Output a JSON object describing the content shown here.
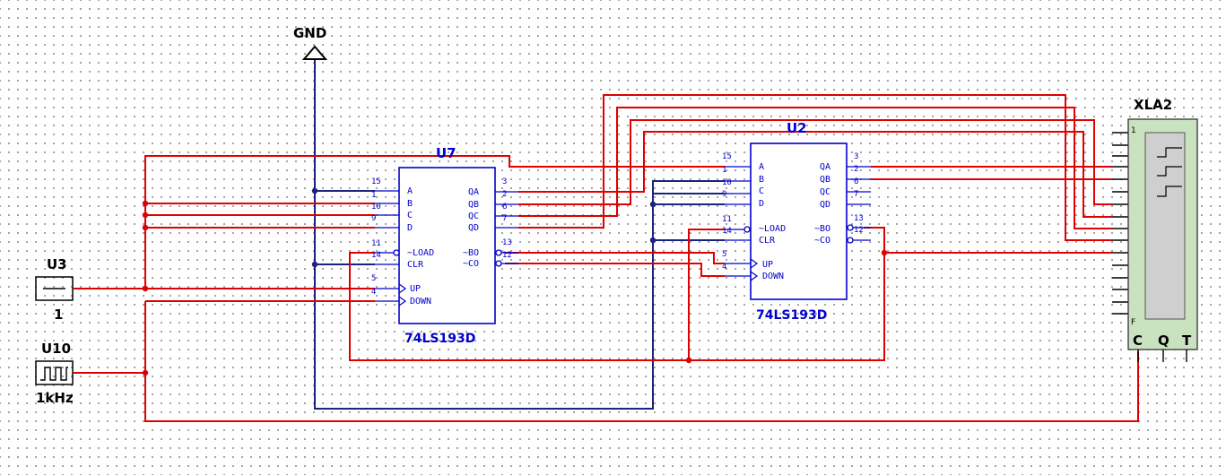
{
  "ground": {
    "label": "GND"
  },
  "u7": {
    "ref": "U7",
    "part": "74LS193D",
    "pins_left": [
      "A",
      "B",
      "C",
      "D",
      "~LOAD",
      "CLR",
      "UP",
      "DOWN"
    ],
    "pins_right": [
      "QA",
      "QB",
      "QC",
      "QD",
      "~BO",
      "~CO"
    ],
    "pin_numbers_left": [
      "15",
      "1",
      "10",
      "9",
      "11",
      "14",
      "5",
      "4"
    ],
    "pin_numbers_right": [
      "3",
      "2",
      "6",
      "7",
      "13",
      "12"
    ]
  },
  "u2": {
    "ref": "U2",
    "part": "74LS193D",
    "pins_left": [
      "A",
      "B",
      "C",
      "D",
      "~LOAD",
      "CLR",
      "UP",
      "DOWN"
    ],
    "pins_right": [
      "QA",
      "QB",
      "QC",
      "QD",
      "~BO",
      "~CO"
    ],
    "pin_numbers_left": [
      "15",
      "1",
      "10",
      "9",
      "11",
      "14",
      "5",
      "4"
    ],
    "pin_numbers_right": [
      "3",
      "2",
      "6",
      "7",
      "13",
      "12"
    ]
  },
  "u3": {
    "ref": "U3",
    "value": "1"
  },
  "u10": {
    "ref": "U10",
    "value": "1kHz"
  },
  "analyzer": {
    "ref": "XLA2",
    "first_channel": "1",
    "last_channel": "F",
    "bottom_pins": [
      "C",
      "Q",
      "T"
    ]
  },
  "colors": {
    "wire": "#e00000",
    "bus": "#1a237e",
    "chip": "#0000cc",
    "analyzer": "#c9e3c0"
  }
}
